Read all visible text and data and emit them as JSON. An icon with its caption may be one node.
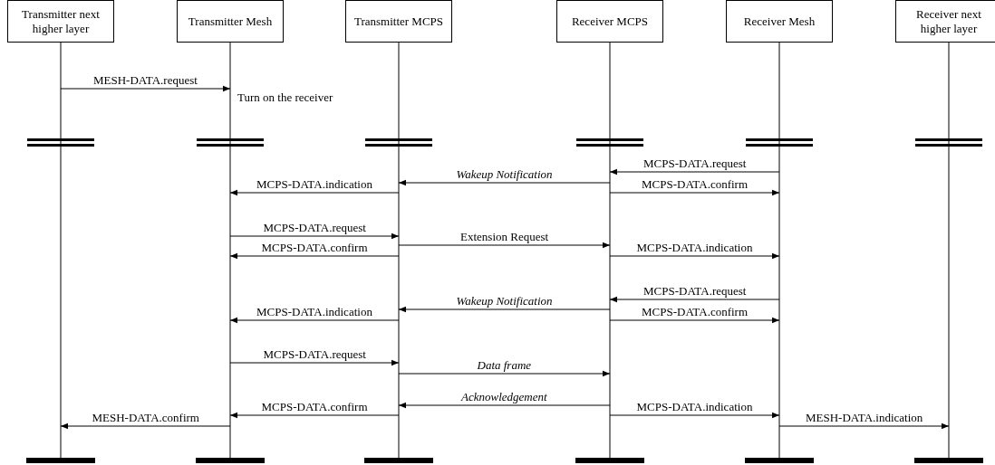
{
  "diagram": {
    "nodes": [
      {
        "text": [
          "Transmitter next higher layer"
        ]
      },
      {
        "text": [
          "Transmitter Mesh"
        ]
      },
      {
        "text": [
          "Transmitter MCPS"
        ]
      },
      {
        "text": [
          "Receiver MCPS"
        ]
      },
      {
        "text": [
          "Receiver Mesh"
        ]
      },
      {
        "text": [
          "Receiver next higher layer"
        ]
      }
    ],
    "edges": [
      {
        "from": 0,
        "to": 1,
        "arrow": "to",
        "label": "MESH-DATA.request"
      },
      {
        "from": 4,
        "to": 3,
        "arrow": "to",
        "label": "MCPS-DATA.request"
      },
      {
        "from": 3,
        "to": 2,
        "arrow": "to",
        "label": "Wakeup Notification"
      },
      {
        "from": 2,
        "to": 1,
        "arrow": "to",
        "label": "MCPS-DATA.indication"
      },
      {
        "from": 3,
        "to": 4,
        "arrow": "to",
        "label": "MCPS-DATA.confirm"
      },
      {
        "from": 1,
        "to": 2,
        "arrow": "to",
        "label": "MCPS-DATA.request"
      },
      {
        "from": 2,
        "to": 3,
        "arrow": "to",
        "label": "Extension Request"
      },
      {
        "from": 2,
        "to": 1,
        "arrow": "to",
        "label": "MCPS-DATA.confirm"
      },
      {
        "from": 3,
        "to": 4,
        "arrow": "to",
        "label": "MCPS-DATA.indication"
      },
      {
        "from": 4,
        "to": 3,
        "arrow": "to",
        "label": "MCPS-DATA.request"
      },
      {
        "from": 3,
        "to": 2,
        "arrow": "to",
        "label": "Wakeup Notification"
      },
      {
        "from": 2,
        "to": 1,
        "arrow": "to",
        "label": "MCPS-DATA.indication"
      },
      {
        "from": 3,
        "to": 4,
        "arrow": "to",
        "label": "MCPS-DATA.confirm"
      },
      {
        "from": 1,
        "to": 2,
        "arrow": "to",
        "label": "MCPS-DATA.request"
      },
      {
        "from": 2,
        "to": 3,
        "arrow": "to",
        "label": "Data frame"
      },
      {
        "from": 3,
        "to": 2,
        "arrow": "to",
        "label": "Acknowledgement"
      },
      {
        "from": 2,
        "to": 1,
        "arrow": "to",
        "label": "MCPS-DATA.confirm"
      },
      {
        "from": 3,
        "to": 4,
        "arrow": "to",
        "label": "MCPS-DATA.indication"
      },
      {
        "from": 1,
        "to": 0,
        "arrow": "to",
        "label": "MESH-DATA.confirm"
      },
      {
        "from": 4,
        "to": 5,
        "arrow": "to",
        "label": "MESH-DATA.indication"
      }
    ],
    "labels": [
      "Turn on the receiver"
    ]
  }
}
